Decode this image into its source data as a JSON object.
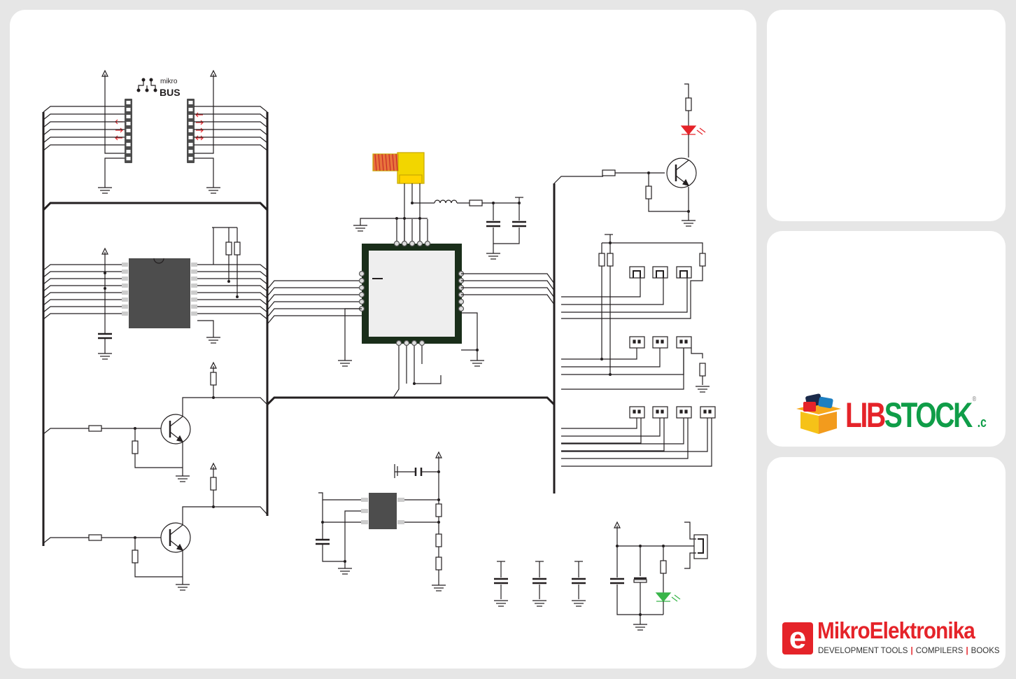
{
  "mikrobus_logo": {
    "top": "mikro",
    "bottom": "BUS"
  },
  "libstock_logo": {
    "part1": "LIB",
    "part2": "STOCK",
    "suffix": ".c",
    "registered": "®"
  },
  "mikroelektronika_logo": {
    "letter": "e",
    "name": "MikroElektronika",
    "tagline": [
      "DEVELOPMENT TOOLS",
      "COMPILERS",
      "BOOKS"
    ]
  },
  "colors": {
    "background": "#e6e6e6",
    "panel": "#ffffff",
    "wire": "#231f20",
    "ic": "#4d4d4d",
    "signal_arrow": "#e52329",
    "coax": "#f2d600",
    "led_red": "#e52329",
    "led_green": "#39b54a"
  }
}
